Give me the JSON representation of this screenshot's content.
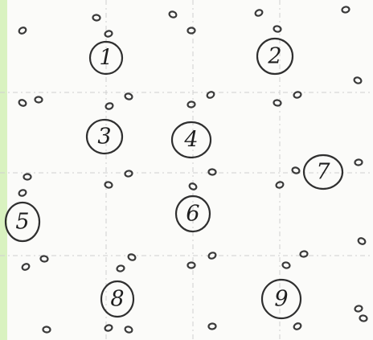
{
  "sheet": {
    "strip_color": "#d9f2c0",
    "ink_color": "#2f2f2f"
  },
  "circled_numbers": [
    "1",
    "2",
    "3",
    "4",
    "5",
    "6",
    "7",
    "8",
    "9"
  ]
}
